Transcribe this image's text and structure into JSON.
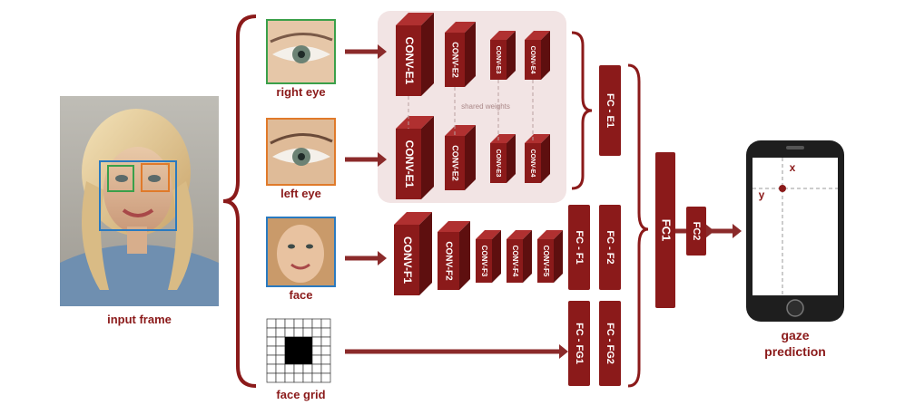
{
  "labels": {
    "input_frame": "input frame",
    "right_eye": "right eye",
    "left_eye": "left eye",
    "face": "face",
    "face_grid": "face grid",
    "gaze": "gaze",
    "prediction": "prediction",
    "shared_weights": "shared weights",
    "axis_x": "x",
    "axis_y": "y"
  },
  "eye_layers_right": [
    "CONV-E1",
    "CONV-E2",
    "CONV-E3",
    "CONV-E4"
  ],
  "eye_layers_left": [
    "CONV-E1",
    "CONV-E2",
    "CONV-E3",
    "CONV-E4"
  ],
  "face_layers": [
    "CONV-F1",
    "CONV-F2",
    "CONV-F3",
    "CONV-F4",
    "CONV-F5"
  ],
  "fc_layers": {
    "fc_e1": "FC - E1",
    "fc_f1": "FC - F1",
    "fc_f2": "FC - F2",
    "fc_fg1": "FC - FG1",
    "fc_fg2": "FC - FG2",
    "fc1": "FC1",
    "fc2": "FC2"
  },
  "colors": {
    "block": "#8b1a1a",
    "block_dark": "#5e0f0f",
    "block_light": "#b03030",
    "arrow": "#8b2a2a",
    "brace": "#8b1a1a",
    "shared_bg": "#f2e4e4",
    "right_eye_box": "#3aa04a",
    "left_eye_box": "#e07a2a",
    "face_box": "#2a7ac0"
  }
}
